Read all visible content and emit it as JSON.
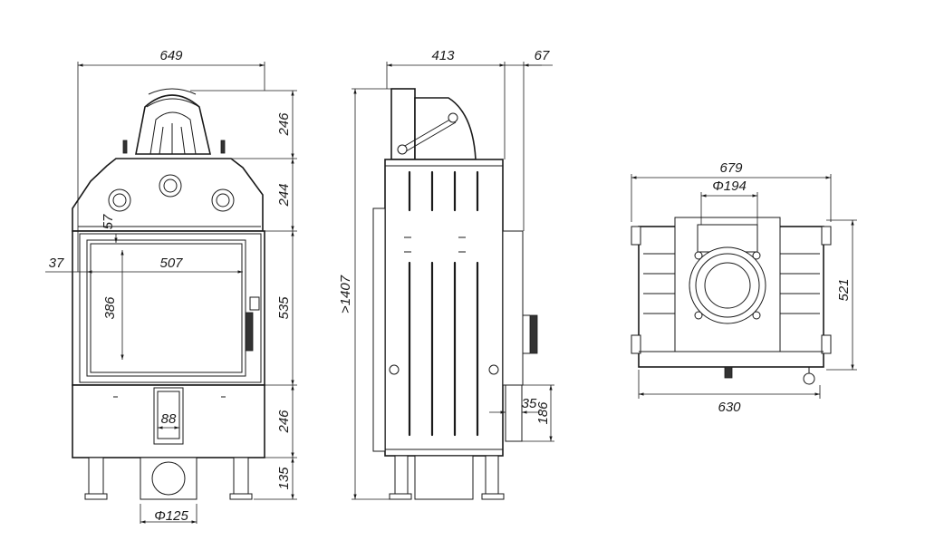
{
  "front_view": {
    "overall_width": "649",
    "dim_top_section": "246",
    "dim_upper_section": "244",
    "dim_door_section": "535",
    "dim_lower_section": "246",
    "dim_legs": "135",
    "dim_side_offset": "37",
    "dim_frame_top": "57",
    "glass_width": "507",
    "glass_height": "386",
    "air_inlet_width": "88",
    "air_inlet_diameter": "Φ125"
  },
  "side_view": {
    "overall_depth": "413",
    "rear_offset": "67",
    "overall_height": ">1407",
    "handle_depth": "35",
    "handle_height": "186"
  },
  "top_view": {
    "overall_width": "679",
    "flue_diameter": "Φ194",
    "depth": "521",
    "base_width": "630"
  }
}
